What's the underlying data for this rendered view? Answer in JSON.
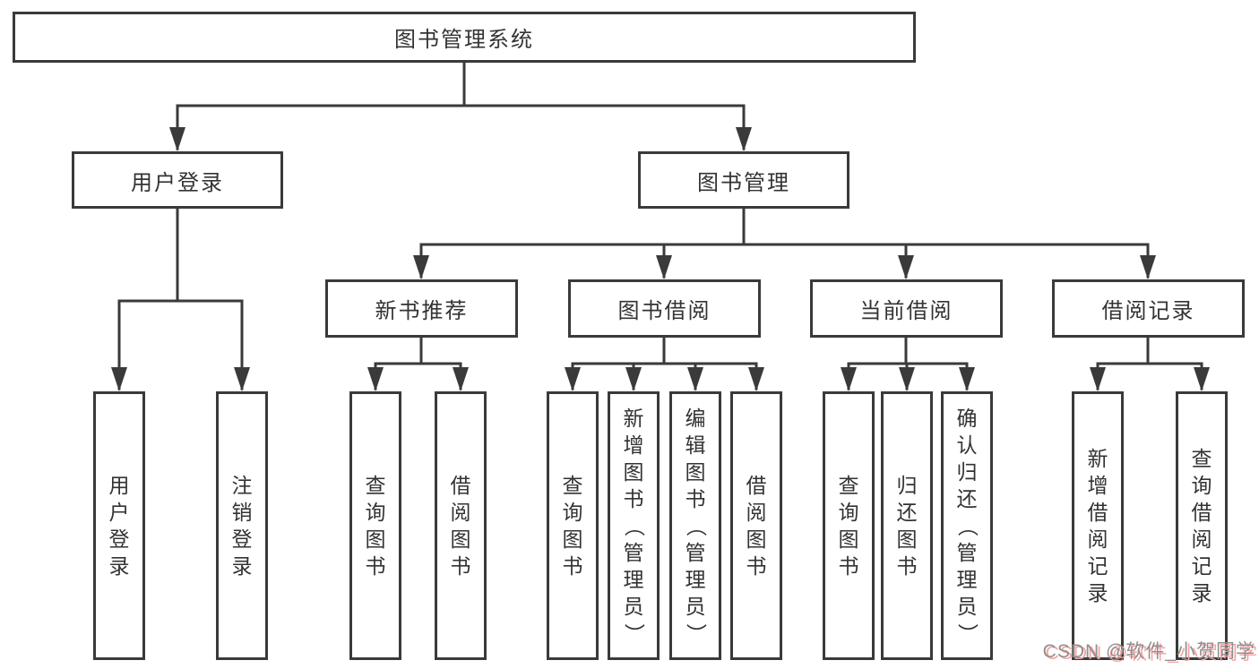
{
  "diagram": {
    "root_label": "图书管理系统",
    "user_login": {
      "label": "用户登录",
      "children": [
        {
          "label": "用户登录"
        },
        {
          "label": "注销登录"
        }
      ]
    },
    "book_management": {
      "label": "图书管理",
      "sections": [
        {
          "label": "新书推荐",
          "children": [
            {
              "label": "查询图书"
            },
            {
              "label": "借阅图书"
            }
          ]
        },
        {
          "label": "图书借阅",
          "children": [
            {
              "label": "查询图书"
            },
            {
              "label": "新增图书（管理员）"
            },
            {
              "label": "编辑图书（管理员）"
            },
            {
              "label": "借阅图书"
            }
          ]
        },
        {
          "label": "当前借阅",
          "children": [
            {
              "label": "查询图书"
            },
            {
              "label": "归还图书"
            },
            {
              "label": "确认归还（管理员）"
            }
          ]
        },
        {
          "label": "借阅记录",
          "children": [
            {
              "label": "新增借阅记录"
            },
            {
              "label": "查询借阅记录"
            }
          ]
        }
      ]
    },
    "colors": {
      "line": "#3a3a3a",
      "text": "#333333",
      "background": "#ffffff"
    }
  },
  "watermark": {
    "text": "CSDN @软件_小贺同学",
    "text_color": "#8f8f8f",
    "shadow_color": "#f8a3a3"
  }
}
